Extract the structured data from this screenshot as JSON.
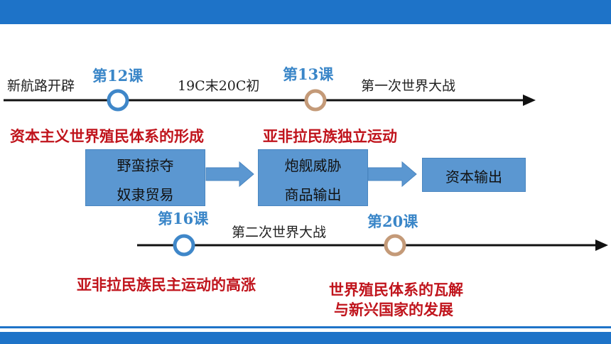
{
  "timeline1": {
    "labels": [
      "新航路开辟",
      "19C末20C初",
      "第一次世界大战"
    ],
    "lessons": [
      "第12课",
      "第13课"
    ]
  },
  "captions1": [
    "资本主义世界殖民体系的形成",
    "亚非拉民族独立运动"
  ],
  "boxes": [
    {
      "lines": [
        "野蛮掠夺",
        "奴隶贸易"
      ]
    },
    {
      "lines": [
        "炮舰威胁",
        "商品输出"
      ]
    },
    {
      "lines": [
        "资本输出"
      ]
    }
  ],
  "timeline2": {
    "labels": [
      "第二次世界大战"
    ],
    "lessons": [
      "第16课",
      "第20课"
    ]
  },
  "captions2": [
    "亚非拉民族民主运动的高涨",
    "世界殖民体系的瓦解",
    "与新兴国家的发展"
  ],
  "colors": {
    "header_bar": "#1e73c8",
    "lesson_text": "#3a86c8",
    "caption_red": "#c0141c",
    "box_fill": "#5b97d1",
    "marker_blue": "#3f87c9",
    "marker_tan": "#c49a78"
  }
}
